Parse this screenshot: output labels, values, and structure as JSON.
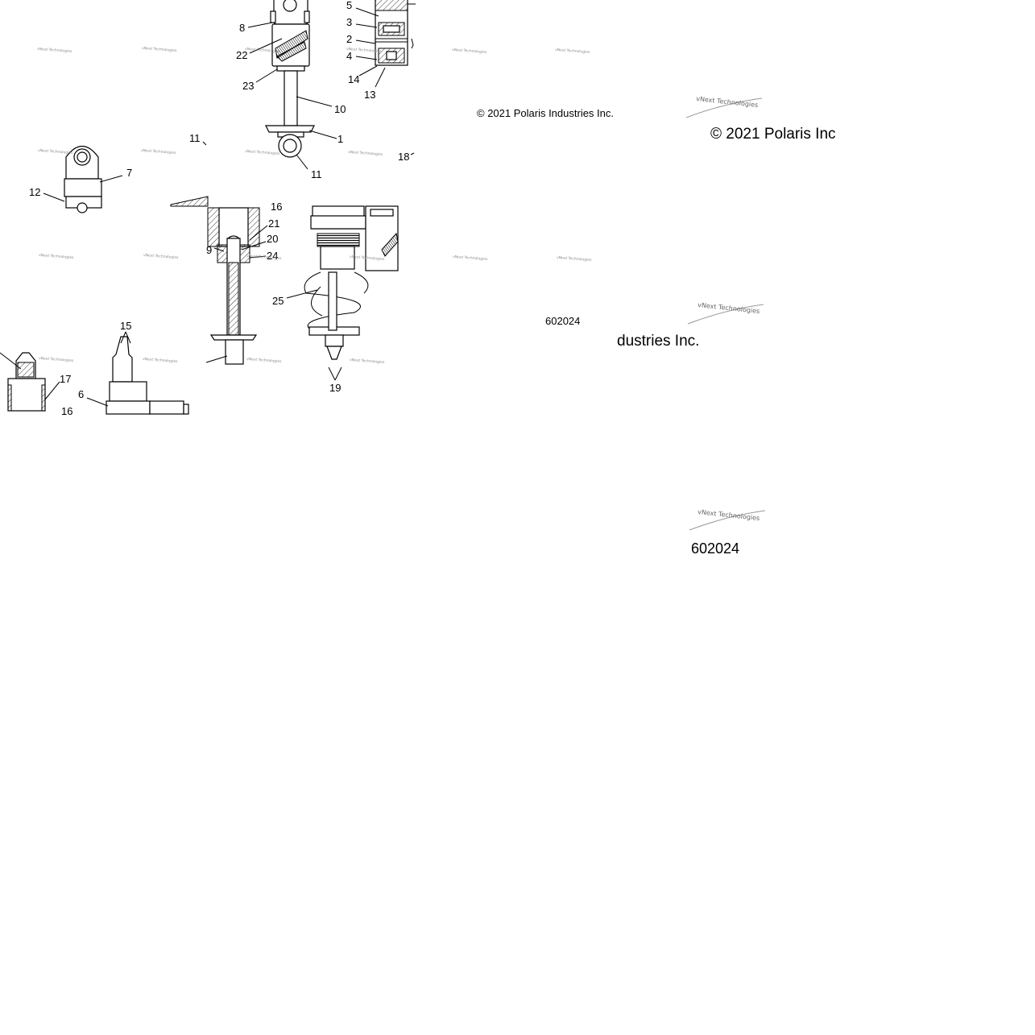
{
  "diagram": {
    "callouts": [
      "5",
      "3",
      "2",
      "4",
      "14",
      "13",
      "8",
      "22",
      "23",
      "10",
      "1",
      "11",
      "11",
      "18",
      "7",
      "12",
      "16",
      "21",
      "20",
      "9",
      "24",
      "25",
      "15",
      "17",
      "16",
      "6",
      "19"
    ],
    "watermark": "vNext Technologies",
    "copyright_small": "© 2021 Polaris Industries Inc.",
    "copyright_large": "© 2021 Polaris Inc",
    "copyright_fragment": "dustries Inc.",
    "figure_id_small": "602024",
    "figure_id_large": "602024"
  }
}
